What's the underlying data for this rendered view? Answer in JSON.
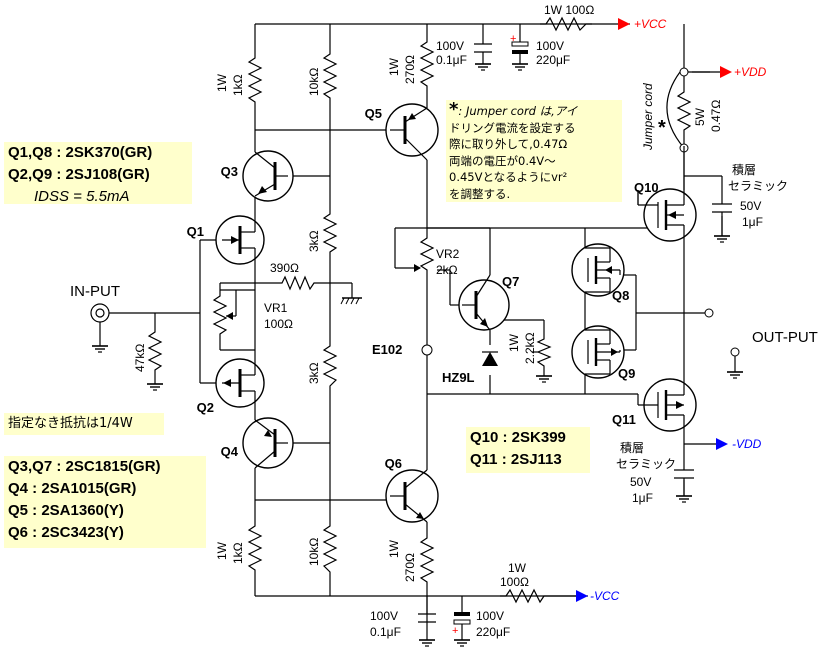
{
  "spec_blocks": {
    "fet_pair": [
      "Q1,Q8 : 2SK370(GR)",
      "Q2,Q9 : 2SJ108(GR)"
    ],
    "idss": "IDSS = 5.5mA",
    "resistor_note": "指定なき抵抗は1/4W",
    "bjts": [
      "Q3,Q7 : 2SC1815(GR)",
      "Q4 : 2SA1015(GR)",
      "Q5 : 2SA1360(Y)",
      "Q6 : 2SC3423(Y)"
    ],
    "output_fets": [
      "Q10 : 2SK399",
      "Q11 : 2SJ113"
    ]
  },
  "jumper_note": {
    "marker": "*",
    "lines": [
      ": Jumper cord は,アイ",
      "ドリング電流を設定する",
      "際に取り外して,0.47Ω",
      "両端の電圧が0.4V～",
      "0.45Vとなるようにvr²",
      "を調整する."
    ]
  },
  "labels": {
    "in_put": "IN-PUT",
    "out_put": "OUT-PUT",
    "q1": "Q1",
    "q2": "Q2",
    "q3": "Q3",
    "q4": "Q4",
    "q5": "Q5",
    "q6": "Q6",
    "q7": "Q7",
    "q8": "Q8",
    "q9": "Q9",
    "q10": "Q10",
    "q11": "Q11",
    "e102": "E102",
    "hz9l": "HZ9L",
    "r_1k_top": [
      "1W",
      "1kΩ"
    ],
    "r_10k_top": "10kΩ",
    "r_270_top": [
      "1W",
      "270Ω"
    ],
    "r_1k_bot": [
      "1W",
      "1kΩ"
    ],
    "r_10k_bot": "10kΩ",
    "r_270_bot": [
      "1W",
      "270Ω"
    ],
    "r_3k_a": "3kΩ",
    "r_3k_b": "3kΩ",
    "r_390": "390Ω",
    "vr1": [
      "VR1",
      "100Ω"
    ],
    "vr2": [
      "VR2",
      "2kΩ"
    ],
    "r_47k": "47kΩ",
    "r_22k": [
      "1W",
      "2.2kΩ"
    ],
    "r_100_top": "1W 100Ω",
    "r_100_bot": [
      "1W",
      "100Ω"
    ],
    "c_top_film": [
      "100V",
      "0.1μF"
    ],
    "c_top_elec": [
      "100V",
      "220μF"
    ],
    "c_bot_film": [
      "100V",
      "0.1μF"
    ],
    "c_bot_elec": [
      "100V",
      "220μF"
    ],
    "r_047": [
      "5W",
      "0.47Ω"
    ],
    "jumper_cord": "Jumper cord",
    "jumper_star": "*",
    "cer_top": [
      "積層",
      "セラミック",
      "50V",
      "1μF"
    ],
    "cer_bot": [
      "積層",
      "セラミック",
      "50V",
      "1μF"
    ],
    "vcc_pos": "+VCC",
    "vcc_neg": "-VCC",
    "vdd_pos": "+VDD",
    "vdd_neg": "-VDD"
  },
  "colors": {
    "rail_pos": "#ff0000",
    "rail_neg": "#0000ff",
    "note_bg": "#ffffcc"
  }
}
